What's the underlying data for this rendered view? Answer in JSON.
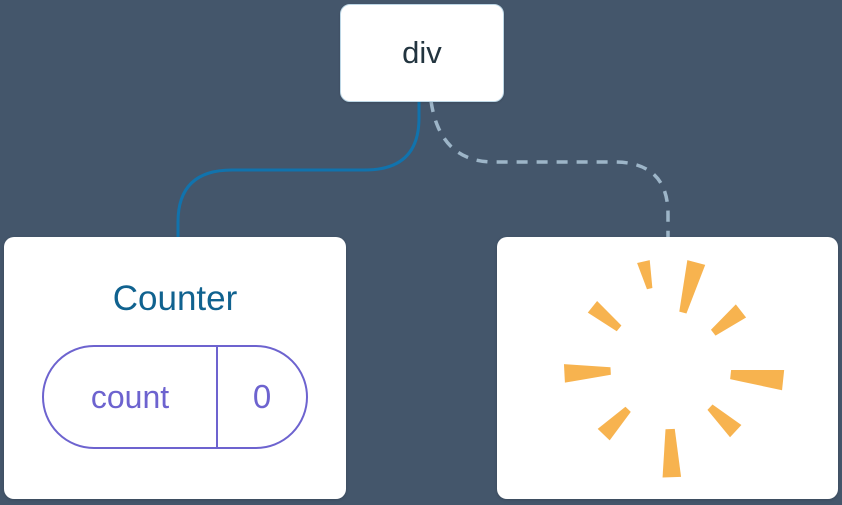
{
  "canvas": {
    "background_color": "#44566b"
  },
  "tree": {
    "root_label": "div",
    "solid_edge_color": "#1173ad",
    "dashed_edge_color": "#9db5c8"
  },
  "counter_card": {
    "title": "Counter",
    "state_pill": {
      "name": "count",
      "value": "0",
      "accent_color": "#6d63cf"
    }
  },
  "removed_card": {
    "icon": "poof-burst",
    "burst_color": "#f7b34f"
  }
}
